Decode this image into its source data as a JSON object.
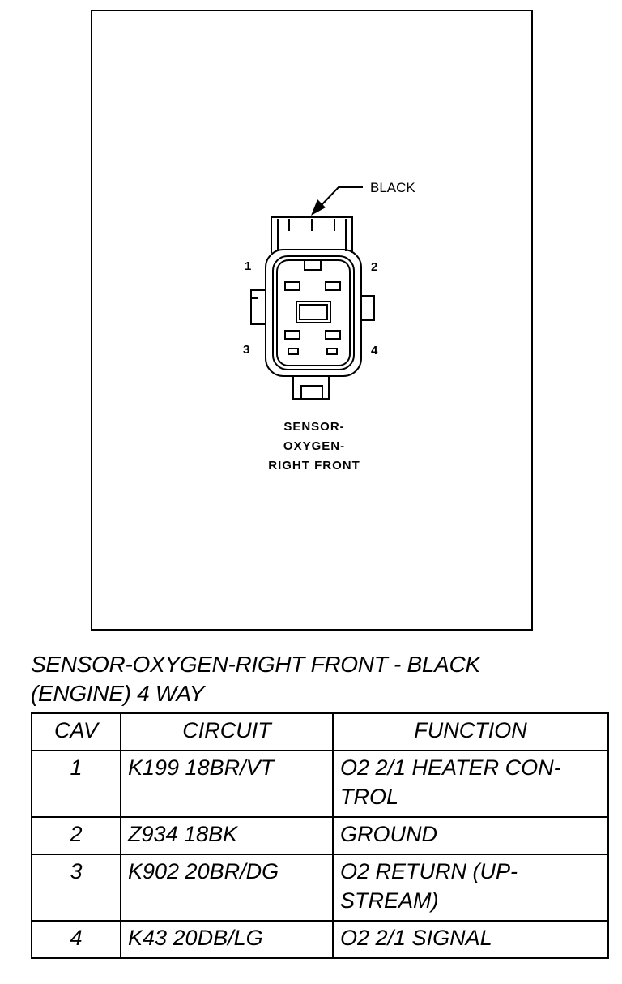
{
  "diagram": {
    "wire_color_label": "BLACK",
    "pin_labels": [
      "1",
      "2",
      "3",
      "4"
    ],
    "connector_name_lines": [
      "SENSOR-",
      "OXYGEN-",
      "RIGHT FRONT"
    ]
  },
  "caption": {
    "line1": "SENSOR-OXYGEN-RIGHT FRONT - BLACK",
    "line2": "(ENGINE) 4 WAY"
  },
  "table": {
    "headers": [
      "CAV",
      "CIRCUIT",
      "FUNCTION"
    ],
    "rows": [
      {
        "cav": "1",
        "circuit": "K199 18BR/VT",
        "function_lines": [
          "O2 2/1 HEATER CON-",
          "TROL"
        ]
      },
      {
        "cav": "2",
        "circuit": "Z934 18BK",
        "function_lines": [
          "GROUND"
        ]
      },
      {
        "cav": "3",
        "circuit": "K902 20BR/DG",
        "function_lines": [
          "O2 RETURN (UP-",
          "STREAM)"
        ]
      },
      {
        "cav": "4",
        "circuit": "K43 20DB/LG",
        "function_lines": [
          "O2 2/1 SIGNAL"
        ]
      }
    ]
  }
}
